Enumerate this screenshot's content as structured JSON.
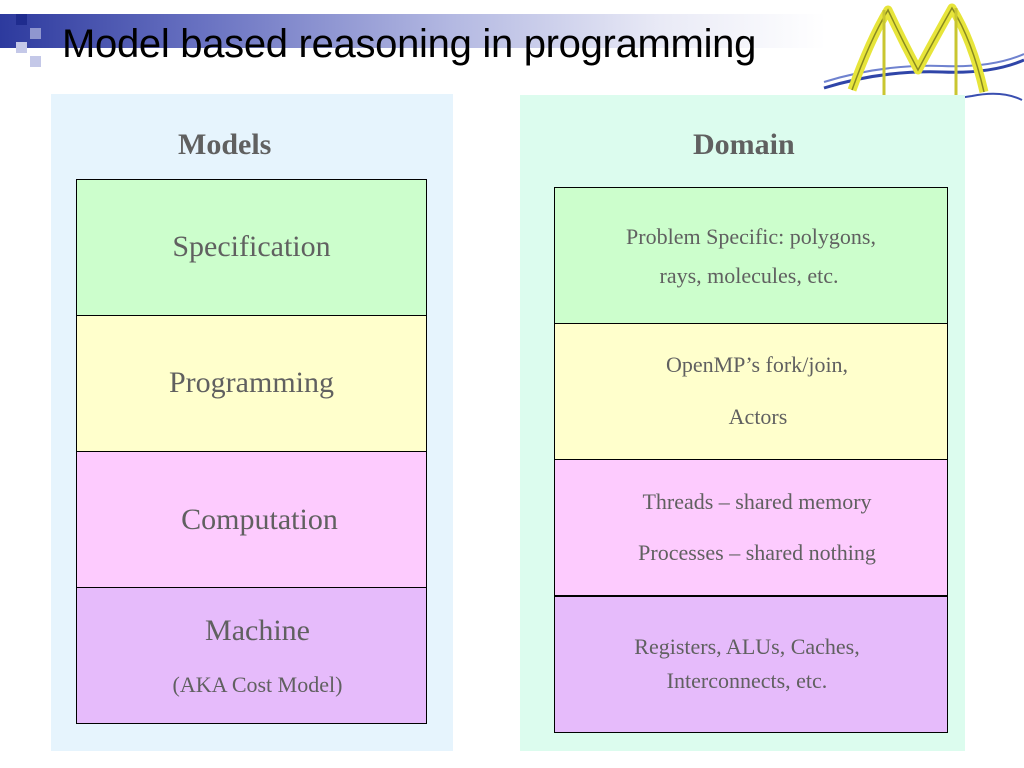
{
  "slide": {
    "title": "Model based reasoning in programming"
  },
  "colors": {
    "header_band": "#2d3a9e",
    "models_panel": "#e6f4fd",
    "domain_panel": "#dcfcee",
    "specification": "#ccfecc",
    "programming": "#ffffcc",
    "computation": "#fdcbfe",
    "machine": "#e6bbfb",
    "text": "#606060"
  },
  "models": {
    "heading": "Models",
    "layers": [
      {
        "label": "Specification"
      },
      {
        "label": "Programming"
      },
      {
        "label": "Computation"
      },
      {
        "label": "Machine",
        "sublabel": "(AKA Cost Model)"
      }
    ]
  },
  "domain": {
    "heading": "Domain",
    "layers": [
      {
        "line1": "Problem Specific: polygons,",
        "line2": "rays, molecules, etc."
      },
      {
        "line1": "OpenMP’s fork/join,",
        "line2": "Actors"
      },
      {
        "line1": "Threads – shared memory",
        "line2": "Processes – shared nothing"
      },
      {
        "line1": "Registers, ALUs, Caches,",
        "line2": "Interconnects, etc."
      }
    ]
  },
  "logo": {
    "icon": "conference-logo-icon"
  }
}
